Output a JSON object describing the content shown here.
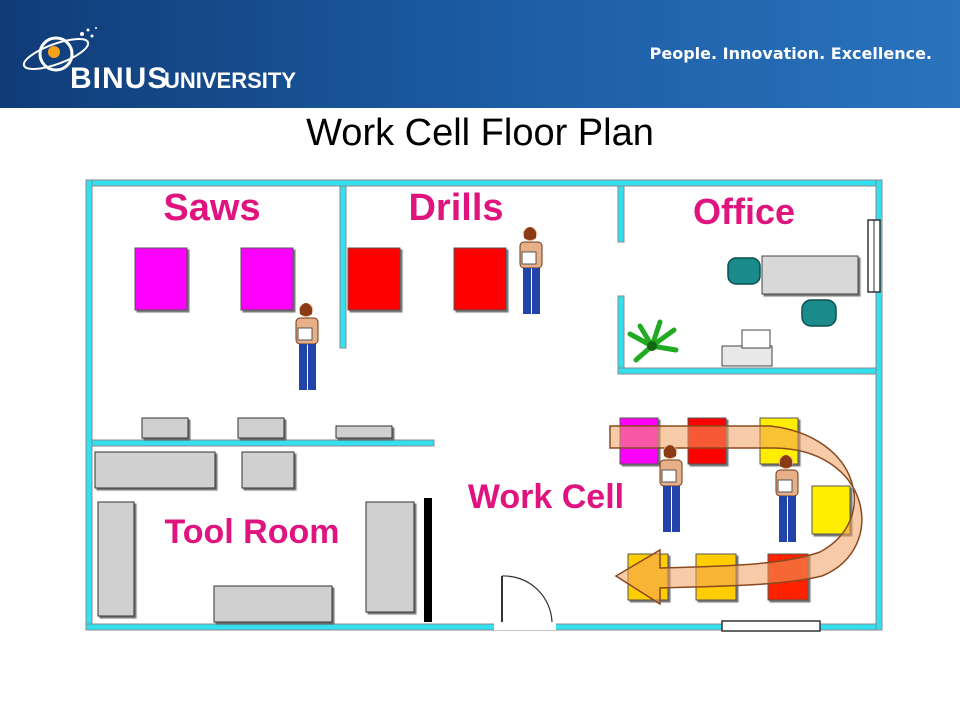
{
  "header": {
    "brand_name": "BINUS",
    "brand_sub": "UNIVERSITY",
    "tagline": "People. Innovation. Excellence."
  },
  "slide": {
    "title": "Work Cell Floor Plan"
  },
  "floor_plan": {
    "rooms": {
      "saws": "Saws",
      "drills": "Drills",
      "office": "Office",
      "work_cell": "Work Cell",
      "tool_room": "Tool Room"
    }
  },
  "colors": {
    "wall": "#33e0f0",
    "label": "#e0147f",
    "saw_machine": "#ff00ff",
    "drill_machine": "#ff0000",
    "flow_arrow": "#f0a060",
    "header_bg": "#1d5ea6"
  }
}
